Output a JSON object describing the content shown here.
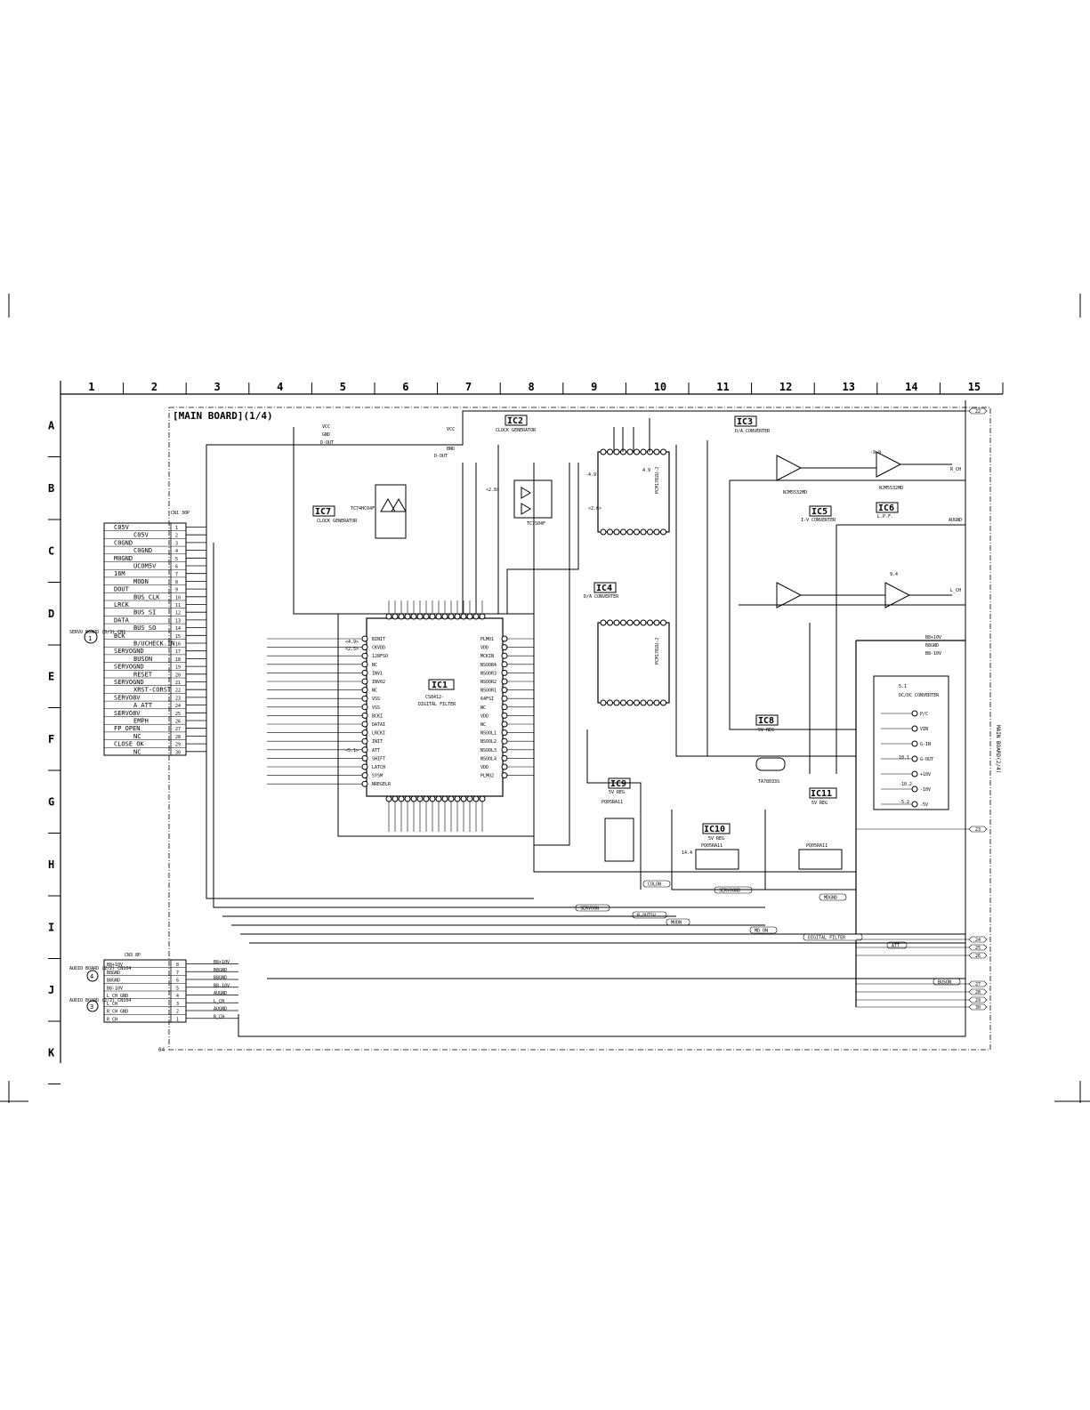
{
  "sheet": {
    "title": "[MAIN BOARD](1/4)",
    "footer_ref": "04",
    "side_label": "MAIN BOARD(2/4)"
  },
  "grid": {
    "columns": [
      "1",
      "2",
      "3",
      "4",
      "5",
      "6",
      "7",
      "8",
      "9",
      "10",
      "11",
      "12",
      "13",
      "14",
      "15"
    ],
    "rows": [
      "A",
      "B",
      "C",
      "D",
      "E",
      "F",
      "G",
      "H",
      "I",
      "J",
      "K"
    ]
  },
  "ics": [
    {
      "id": "IC1",
      "ref": "IC1",
      "part": "CS8412-",
      "func": "DIGITAL FILTER"
    },
    {
      "id": "IC2",
      "ref": "IC2",
      "part": "TC7S04F",
      "func": "CLOCK GENERATOR"
    },
    {
      "id": "IC3",
      "ref": "IC3",
      "part": "PCM1702U-J",
      "func": "D/A CONVERTER"
    },
    {
      "id": "IC4",
      "ref": "IC4",
      "part": "PCM1702U-J",
      "func": "D/A CONVERTER"
    },
    {
      "id": "IC5",
      "ref": "IC5",
      "part": "NJM5532MD",
      "func": "I-V CONVERTER"
    },
    {
      "id": "IC6",
      "ref": "IC6",
      "part": "NJM5532MD",
      "func": "L.P.F."
    },
    {
      "id": "IC7",
      "ref": "IC7",
      "part": "TC74HC04F",
      "func": "CLOCK GENERATOR"
    },
    {
      "id": "IC8",
      "ref": "IC8",
      "part": "TA78033S",
      "func": "5V REG"
    },
    {
      "id": "IC9",
      "ref": "IC9",
      "part": "PQ05RA11",
      "func": "5V REG"
    },
    {
      "id": "IC10",
      "ref": "IC10",
      "part": "PQ05RA11",
      "func": "5V REG"
    },
    {
      "id": "IC11",
      "ref": "IC11",
      "part": "PQ05RA11",
      "func": "5V REG"
    }
  ],
  "cn1": {
    "label": "CN1 30P",
    "board": "SERVO BOARD (3/3) CN1",
    "marker": "1",
    "pins": [
      {
        "n": "1",
        "name": "C05V"
      },
      {
        "n": "2",
        "name": "C05V"
      },
      {
        "n": "3",
        "name": "C0GND"
      },
      {
        "n": "4",
        "name": "C0GND"
      },
      {
        "n": "5",
        "name": "M0GND"
      },
      {
        "n": "6",
        "name": "UCOM5V"
      },
      {
        "n": "7",
        "name": "16M"
      },
      {
        "n": "8",
        "name": "MODN"
      },
      {
        "n": "9",
        "name": "DOUT"
      },
      {
        "n": "10",
        "name": "BUS_CLK"
      },
      {
        "n": "11",
        "name": "LRCK"
      },
      {
        "n": "12",
        "name": "BUS_SI"
      },
      {
        "n": "13",
        "name": "DATA"
      },
      {
        "n": "14",
        "name": "BUS_SO"
      },
      {
        "n": "15",
        "name": "BCK"
      },
      {
        "n": "16",
        "name": "B/UCHECK.IN"
      },
      {
        "n": "17",
        "name": "SERVOGND"
      },
      {
        "n": "18",
        "name": "BUSON"
      },
      {
        "n": "19",
        "name": "SERVOGND"
      },
      {
        "n": "20",
        "name": "RESET"
      },
      {
        "n": "21",
        "name": "SERVOGND"
      },
      {
        "n": "22",
        "name": "XRST-CORST"
      },
      {
        "n": "23",
        "name": "SERVO8V"
      },
      {
        "n": "24",
        "name": "A_ATT"
      },
      {
        "n": "25",
        "name": "SERVO8V"
      },
      {
        "n": "26",
        "name": "EMPH"
      },
      {
        "n": "27",
        "name": "FP_OPEN"
      },
      {
        "n": "28",
        "name": "NC"
      },
      {
        "n": "29",
        "name": "CLOSE_OK"
      },
      {
        "n": "30",
        "name": "NC"
      }
    ]
  },
  "cn3": {
    "label": "CN3 8P",
    "board_a": "AUDIO BOARD (2/2) CN104",
    "board_b": "AUDIO BOARD (2/2) CN104",
    "marker_a": "4",
    "marker_b": "3",
    "pins": [
      {
        "n": "8",
        "name": "B8+10V"
      },
      {
        "n": "7",
        "name": "B8GND"
      },
      {
        "n": "6",
        "name": "B8GND"
      },
      {
        "n": "5",
        "name": "B8-10V"
      },
      {
        "n": "4",
        "name": "L_CH GND"
      },
      {
        "n": "3",
        "name": "L_CH"
      },
      {
        "n": "2",
        "name": "R_CH GND"
      },
      {
        "n": "1",
        "name": "R_CH"
      }
    ],
    "out_labels": [
      "B8+10V",
      "B8GND",
      "B8GND",
      "B8-10V",
      "AUGND",
      "L_CH",
      "AUGND",
      "R_CH"
    ]
  },
  "ic1_pins_left": [
    "BINIT",
    "CKVDD",
    "128FSO",
    "NC",
    "INV1",
    "INV02",
    "NC",
    "VSS",
    "VSS",
    "BCKI",
    "DATAI",
    "LRCKI",
    "INIT",
    "ATT",
    "SHIFT",
    "LATCH",
    "SYSM",
    "NREGELR"
  ],
  "ic1_pins_right": [
    "PLMO1",
    "VDD",
    "MCKIN",
    "NSOOR4",
    "NSOOR3",
    "NSOOR2",
    "NSOOR1",
    "64FSI",
    "NC",
    "VDD",
    "NC",
    "NSOOL1",
    "NSOOL2",
    "NSOOL3",
    "NSOOL4",
    "VDD",
    "PLMO2"
  ],
  "dc_dc": {
    "title": "DC/DC CONVERTER",
    "pins": [
      "P/C",
      "VIN",
      "G-IN",
      "G-OUT",
      "+10V",
      "-10V",
      "-5V"
    ]
  },
  "right_rails": [
    "B8+10V",
    "B8GND",
    "B8-10V"
  ],
  "bus_labels": [
    "SERVOGN",
    "B-OUT5V",
    "MODN",
    "MD_ON",
    "DIGITAL FILTER",
    "ATT",
    "BUSON",
    "SERVOGND",
    "MDGND",
    "COLON"
  ],
  "net_labels": {
    "vcc": "VCC",
    "gnd": "GND",
    "dout": "D-OUT",
    "bnd": "BND",
    "rch": "R_CH",
    "lch": "L_CH",
    "augnd": "AUGND"
  },
  "page_refs": [
    "22",
    "23",
    "24",
    "25",
    "26",
    "27",
    "28",
    "29",
    "30"
  ],
  "voltages": [
    "-9.9",
    "9.4",
    "-4.9",
    "4.9",
    "14.4",
    "5.1",
    "-5.2",
    "10.1",
    "-10.2",
    "<4.9>",
    "<2.5>",
    "<2.6>",
    "<2.8>",
    "<5.1>"
  ]
}
